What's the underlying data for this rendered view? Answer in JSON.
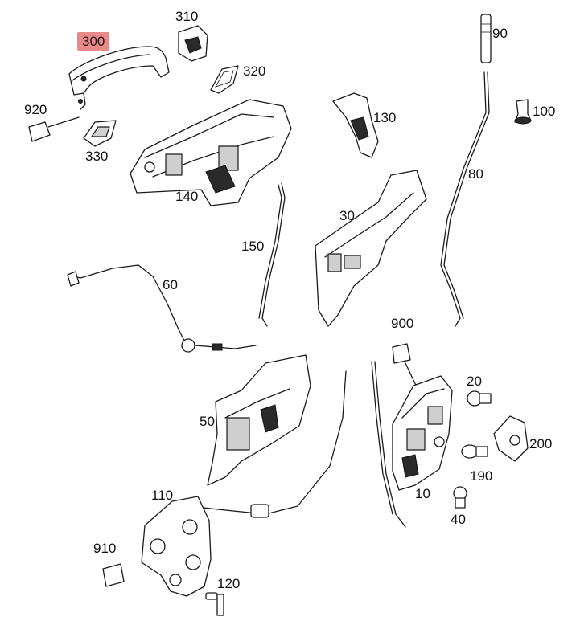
{
  "diagram": {
    "highlight_color": "#e88a8a",
    "parts": [
      {
        "id": "p300",
        "label": "300",
        "highlighted": true
      },
      {
        "id": "p310",
        "label": "310",
        "highlighted": false
      },
      {
        "id": "p320",
        "label": "320",
        "highlighted": false
      },
      {
        "id": "p90",
        "label": "90",
        "highlighted": false
      },
      {
        "id": "p920",
        "label": "920",
        "highlighted": false
      },
      {
        "id": "p130",
        "label": "130",
        "highlighted": false
      },
      {
        "id": "p100",
        "label": "100",
        "highlighted": false
      },
      {
        "id": "p330",
        "label": "330",
        "highlighted": false
      },
      {
        "id": "p140",
        "label": "140",
        "highlighted": false
      },
      {
        "id": "p80",
        "label": "80",
        "highlighted": false
      },
      {
        "id": "p30",
        "label": "30",
        "highlighted": false
      },
      {
        "id": "p150",
        "label": "150",
        "highlighted": false
      },
      {
        "id": "p60",
        "label": "60",
        "highlighted": false
      },
      {
        "id": "p900",
        "label": "900",
        "highlighted": false
      },
      {
        "id": "p20",
        "label": "20",
        "highlighted": false
      },
      {
        "id": "p50",
        "label": "50",
        "highlighted": false
      },
      {
        "id": "p200",
        "label": "200",
        "highlighted": false
      },
      {
        "id": "p190",
        "label": "190",
        "highlighted": false
      },
      {
        "id": "p110",
        "label": "110",
        "highlighted": false
      },
      {
        "id": "p10",
        "label": "10",
        "highlighted": false
      },
      {
        "id": "p40",
        "label": "40",
        "highlighted": false
      },
      {
        "id": "p910",
        "label": "910",
        "highlighted": false
      },
      {
        "id": "p120",
        "label": "120",
        "highlighted": false
      }
    ]
  }
}
